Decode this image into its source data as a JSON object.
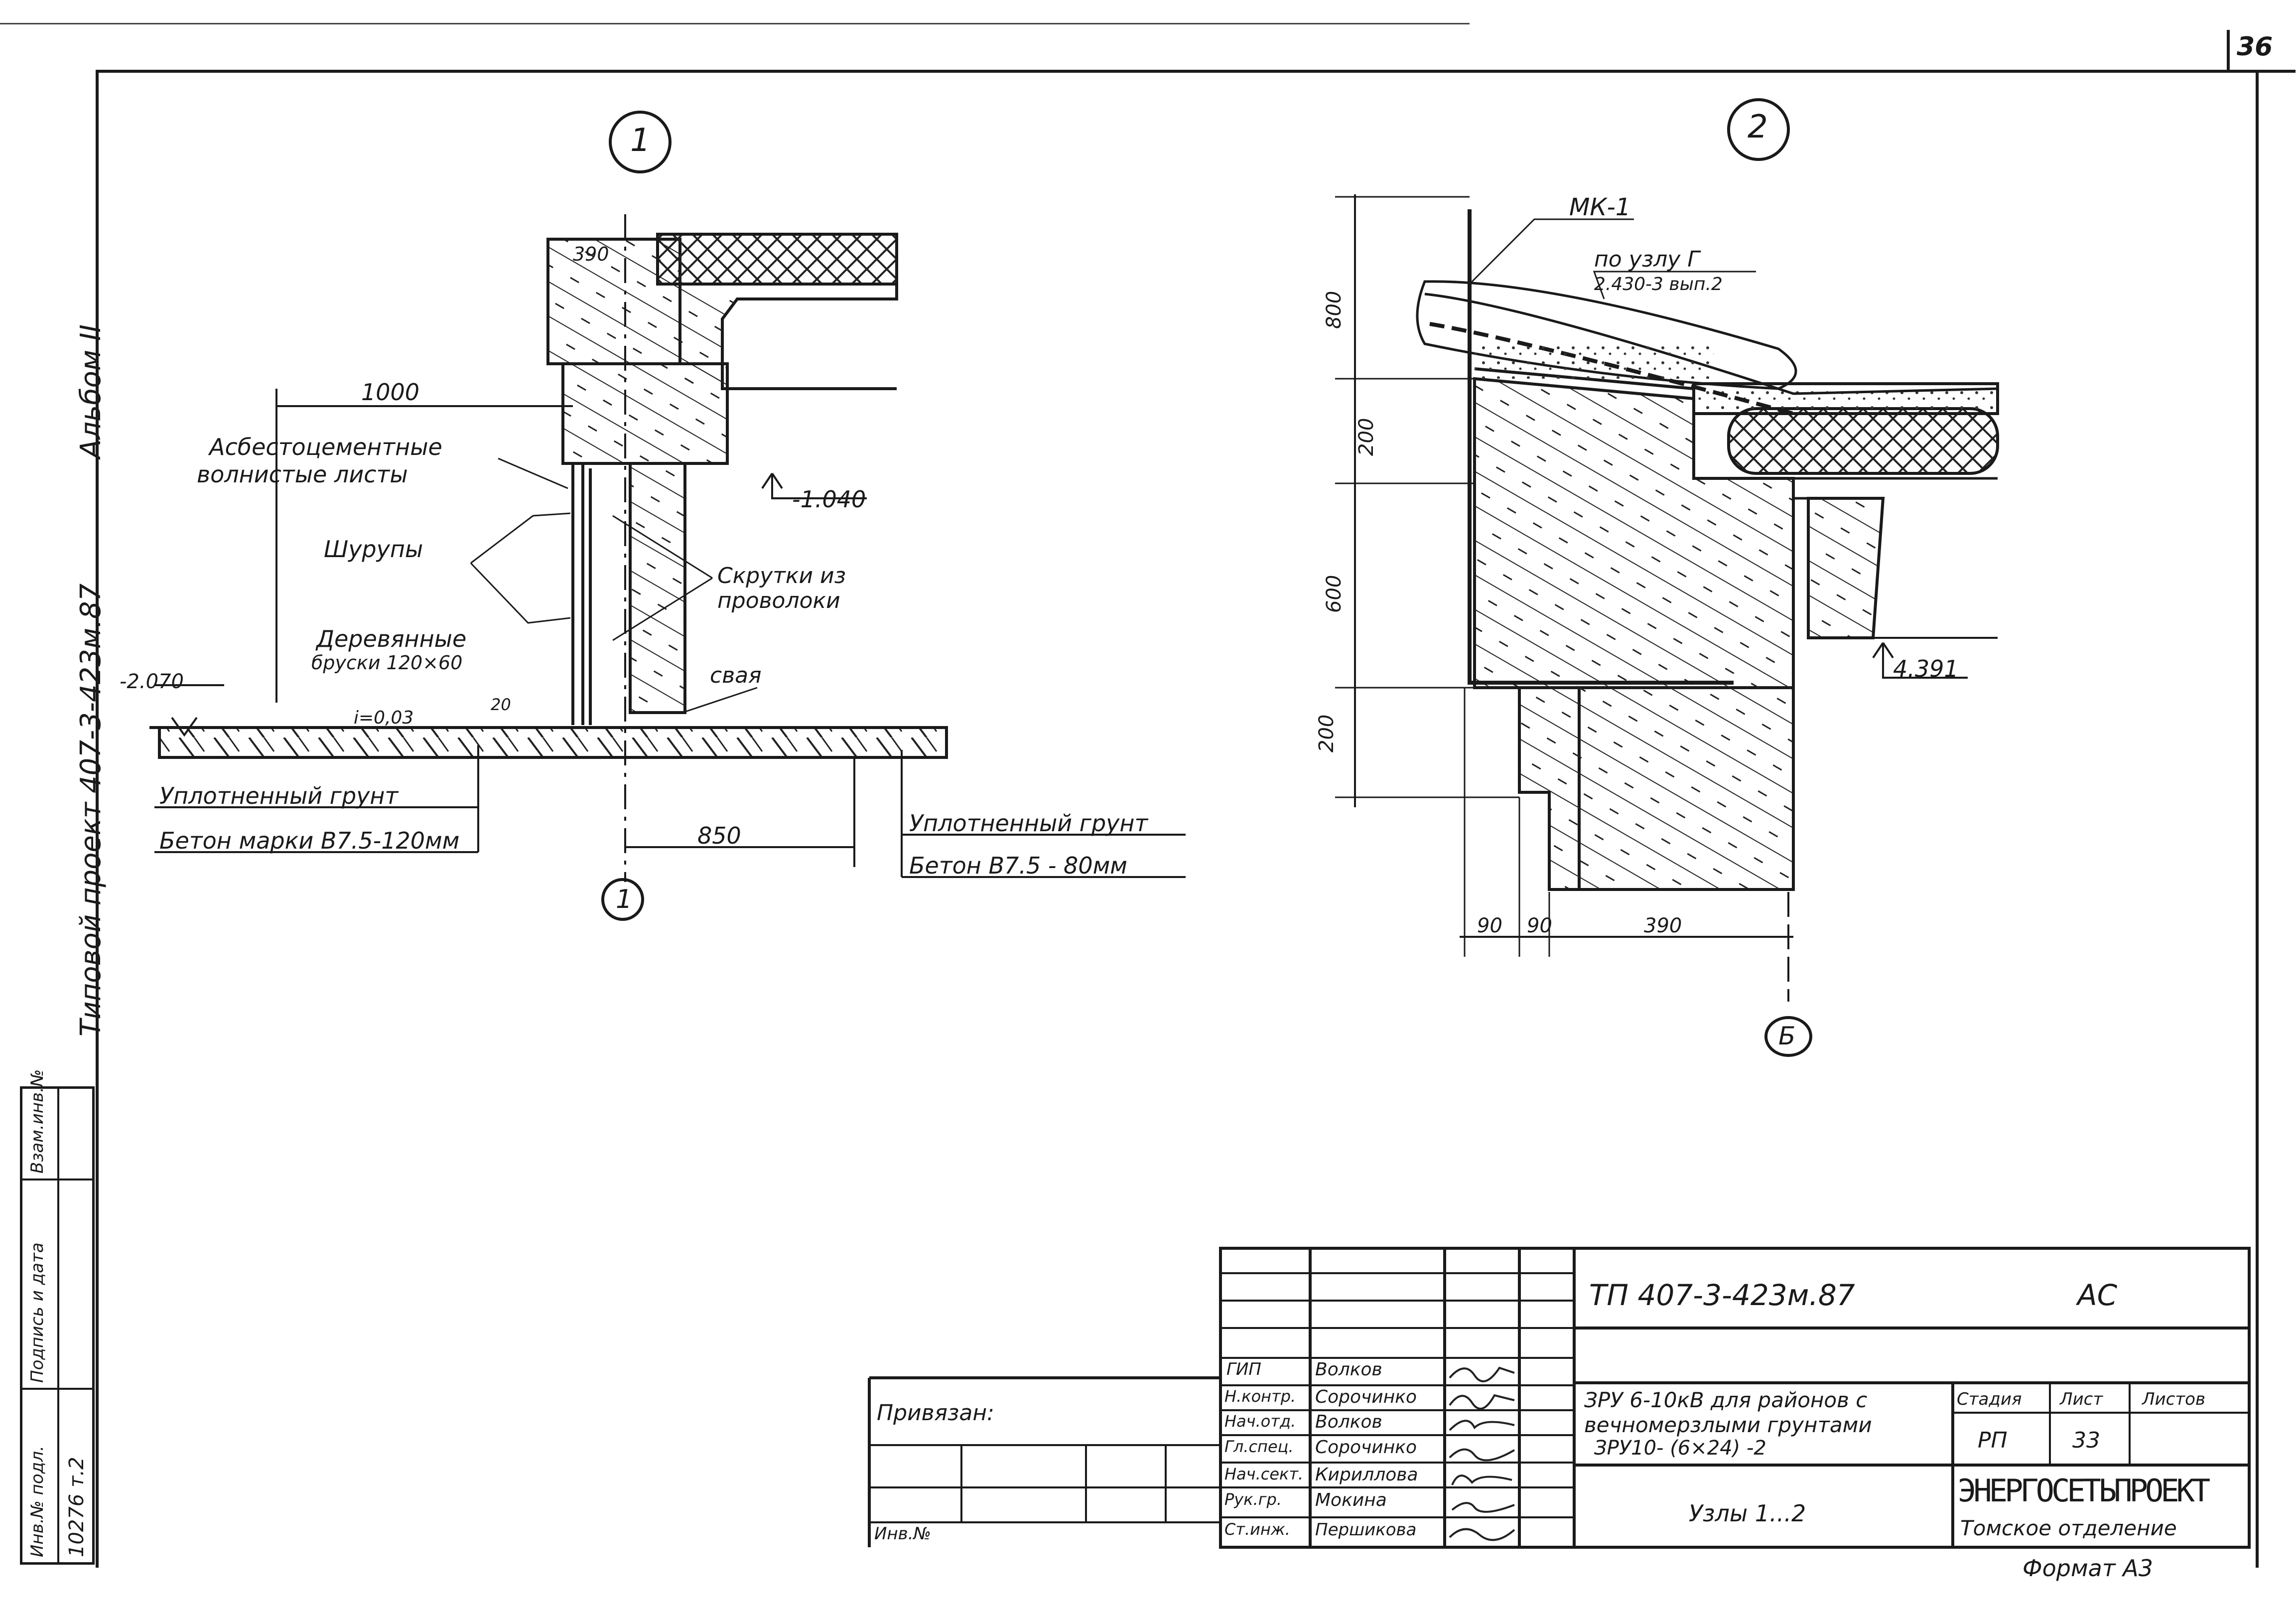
{
  "sheet_number": "36",
  "album": "Альбом II",
  "project_side": "Типовой проект 407-3-423м.87",
  "side_stamp": {
    "headers": [
      "Инв.№ подл.",
      "Подпись и дата",
      "Взам.инв.№"
    ],
    "inv": "10276 т.2"
  },
  "node1": {
    "marker": "1",
    "axis_marker": "1",
    "dim_1000": "1000",
    "dim_390": "390",
    "dim_850": "850",
    "dim_20": "20",
    "slope": "i=0,03",
    "level_a": "-1.040",
    "level_b": "-2.070",
    "label_asb_1": "Асбестоцементные",
    "label_asb_2": "волнистые листы",
    "label_screws": "Шурупы",
    "label_wood_1": "Деревянные",
    "label_wood_2": "бруски 120×60",
    "label_wire_1": "Скрутки из",
    "label_wire_2": "проволоки",
    "label_pile": "свая",
    "left_layers": [
      "Уплотненный грунт",
      "Бетон марки В7.5-120мм"
    ],
    "right_layers": [
      "Уплотненный грунт",
      "Бетон В7.5 - 80мм"
    ]
  },
  "node2": {
    "marker": "2",
    "axis_marker": "Б",
    "mk": "МК-1",
    "ref_1": "по узлу Г",
    "ref_2": "2.430-3 вып.2",
    "dim_800": "800",
    "dim_200a": "200",
    "dim_600": "600",
    "dim_200b": "200",
    "dim_90a": "90",
    "dim_90b": "90",
    "dim_390": "390",
    "level": "4.391"
  },
  "title_block": {
    "code": "ТП 407-3-423м.87",
    "mark": "АС",
    "roles": [
      "ГИП",
      "Н.контр.",
      "Нач.отд.",
      "Гл.спец.",
      "Нач.сект.",
      "Рук.гр.",
      "Ст.инж."
    ],
    "names": [
      "Волков",
      "Сорочинко",
      "Волков",
      "Сорочинко",
      "Кириллова",
      "Мокина",
      "Першикова"
    ],
    "signatures": [
      "Волков",
      "Сорочинко",
      "Волков",
      "Сорочинко",
      "Кириллова",
      "Мокина",
      "Першикова"
    ],
    "privyazan": "Привязан:",
    "inv_no": "Инв.№",
    "title_1": "ЗРУ 6-10кВ для районов с",
    "title_2": "вечномерзлыми грунтами",
    "title_3": "ЗРУ10- (6×24) -2",
    "sheet_title": "Узлы 1...2",
    "stage_label": "Стадия",
    "sheet_label": "Лист",
    "sheets_label": "Листов",
    "stage": "РП",
    "sheet": "33",
    "sheets": "",
    "org": "ЭНЕРГОСЕТЬПРОЕКТ",
    "dept": "Томское отделение"
  },
  "format": "Формат А3"
}
